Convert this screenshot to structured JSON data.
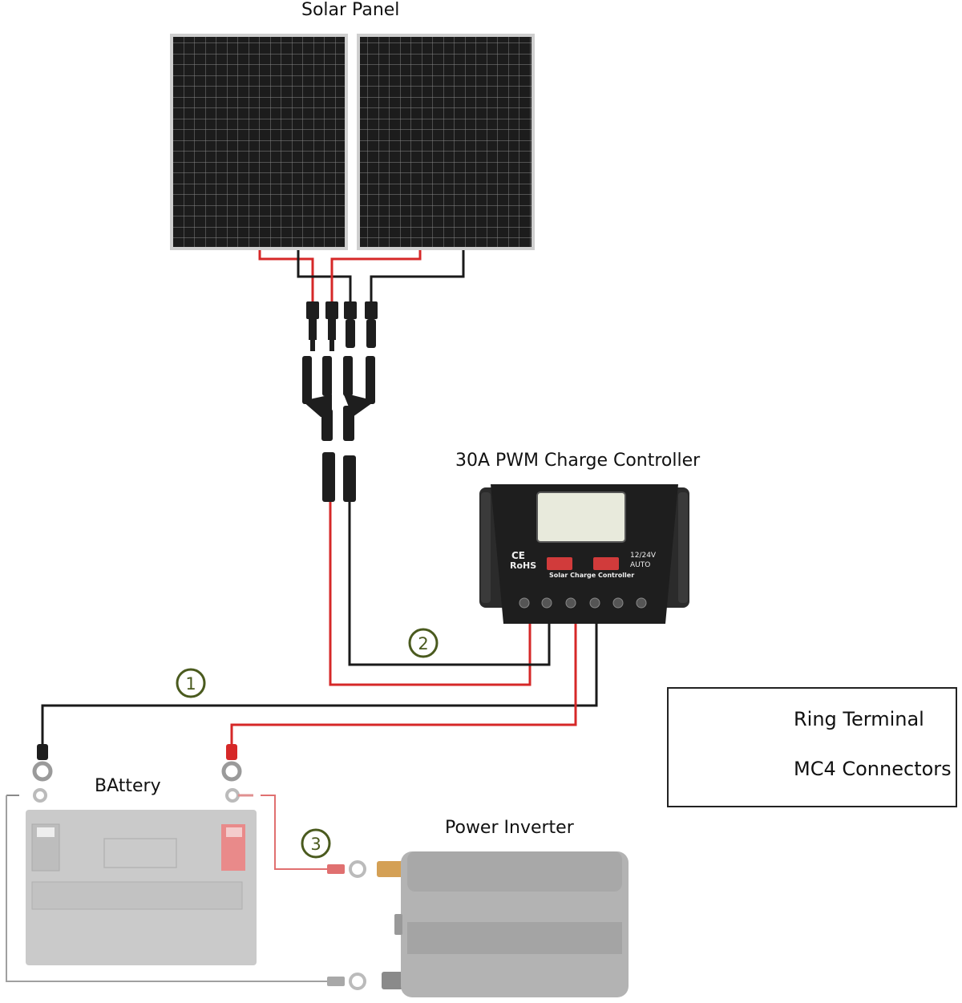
{
  "labels": {
    "solar_panel": "Solar Panel",
    "charge_controller": "30A PWM Charge Controller",
    "battery": "BAttery",
    "power_inverter": "Power Inverter"
  },
  "steps": [
    "1",
    "2",
    "3"
  ],
  "controller": {
    "ce": "CE",
    "rohs": "RoHS",
    "voltage": "12/24V",
    "mode": "AUTO",
    "name": "Solar Charge Controller"
  },
  "legend": {
    "ring_terminal": "Ring Terminal",
    "mc4_connectors": "MC4 Connectors"
  },
  "colors": {
    "positive_wire": "#d62828",
    "negative_wire": "#1a1a1a",
    "step_circle": "#4a5a1e",
    "panel_cell": "#1c1c1c"
  }
}
